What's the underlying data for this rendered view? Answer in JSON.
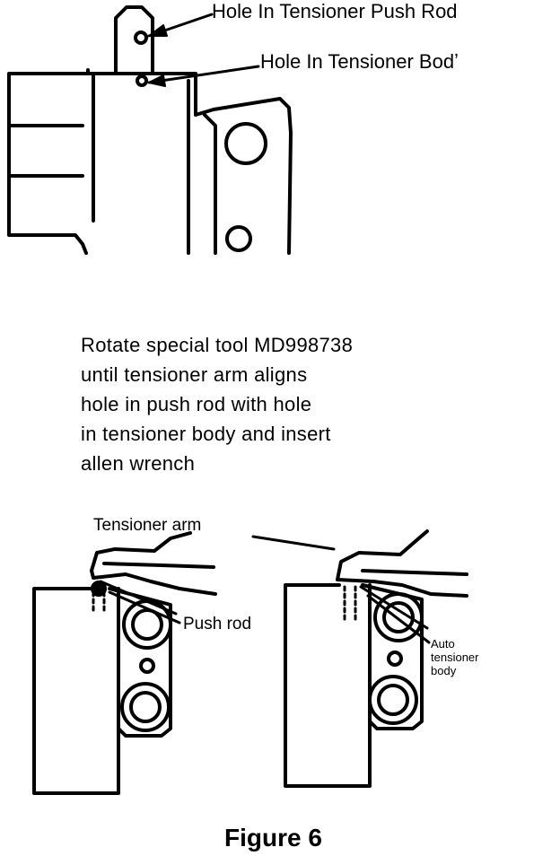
{
  "top_labels": {
    "push_rod_hole": "Hole In Tensioner Push Rod",
    "body_hole": "Hole In Tensioner Bodʼ"
  },
  "instruction_lines": [
    "Rotate special tool MD998738",
    "until tensioner arm aligns",
    "hole in push rod with hole",
    "in tensioner body and insert",
    "allen wrench"
  ],
  "bottom_labels": {
    "tensioner_arm": "Tensioner arm",
    "push_rod": "Push rod",
    "auto_tensioner_lines": [
      "Auto",
      "tensioner",
      "body"
    ]
  },
  "caption": "Figure 6"
}
